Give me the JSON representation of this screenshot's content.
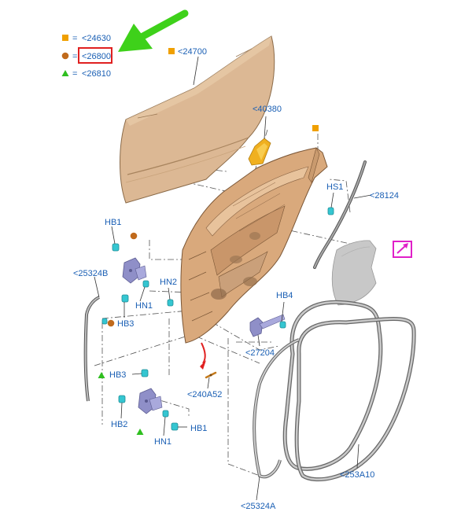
{
  "legend": [
    {
      "shape": "square",
      "color": "#f0a000",
      "code": "<24630",
      "highlighted": false
    },
    {
      "shape": "circle",
      "color": "#c06a1c",
      "code": "<26800",
      "highlighted": true
    },
    {
      "shape": "triangle",
      "color": "#2fbf1f",
      "code": "<26810",
      "highlighted": false
    }
  ],
  "legend_equals": "=",
  "pointer_arrow": {
    "color": "#3ed11a"
  },
  "highlight_box_color": "#e02020",
  "callouts": {
    "p24700": "<24700",
    "p40380": "<40380",
    "p28124": "<28124",
    "hs1": "HS1",
    "hb1_top": "HB1",
    "p25324b": "<25324B",
    "hn2": "HN2",
    "hn1_top": "HN1",
    "hb3_top": "HB3",
    "hb4": "HB4",
    "p27204": "<27204",
    "hb3_low": "HB3",
    "p240a52": "<240A52",
    "hb2": "HB2",
    "hb1_low": "HB1",
    "hn1_low": "HN1",
    "p253a10": "<253A10",
    "p25324a": "<25324A"
  },
  "icons": {
    "zoom_box_color": "#e020c8",
    "zoom_icon": "expand-arrow-icon",
    "red_arrow": "direction-arrow-icon"
  },
  "part_colors": {
    "door_skin": "#dcb894",
    "inner_panel": "#d9a97c",
    "hinge": "#8f8fc8",
    "bracket": "#f0b020",
    "seal": "#b8b8b8",
    "watershield": "#c8c8c8",
    "clip": "#35c6d1"
  }
}
